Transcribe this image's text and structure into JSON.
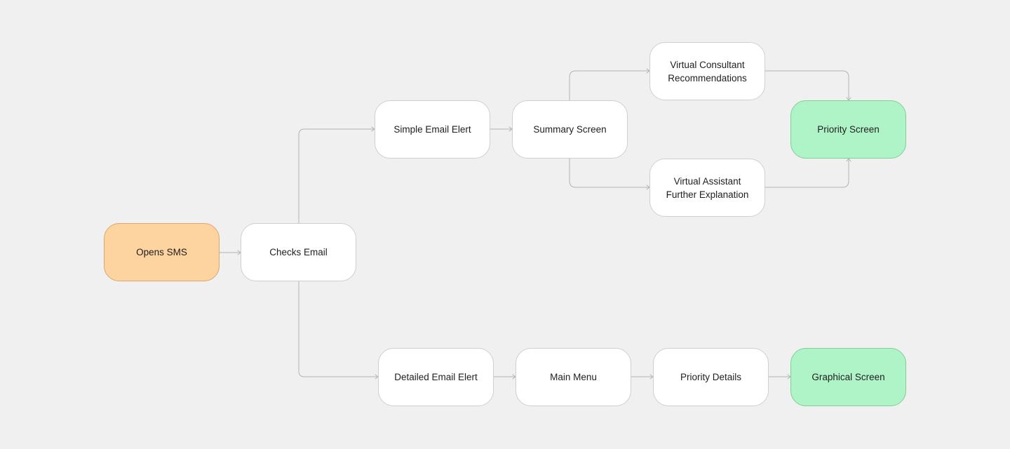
{
  "colors": {
    "canvas_background": "#f0f0f0",
    "node_fill": "#ffffff",
    "node_border": "#cfcfcf",
    "start_fill": "#fdd39f",
    "end_fill": "#aff4c6",
    "connector": "#b3b3b3"
  },
  "nodes": {
    "opens_sms": "Opens SMS",
    "checks_email": "Checks Email",
    "simple_email_alert": "Simple Email Elert",
    "summary_screen": "Summary Screen",
    "virtual_consultant": "Virtual Consultant\nRecommendations",
    "virtual_assistant": "Virtual Assistant\nFurther Explanation",
    "priority_screen": "Priority Screen",
    "detailed_email_alert": "Detailed Email Elert",
    "main_menu": "Main Menu",
    "priority_details": "Priority Details",
    "graphical_screen": "Graphical Screen"
  },
  "edges": [
    {
      "from": "opens_sms",
      "to": "checks_email"
    },
    {
      "from": "checks_email",
      "to": "simple_email_alert"
    },
    {
      "from": "checks_email",
      "to": "detailed_email_alert"
    },
    {
      "from": "simple_email_alert",
      "to": "summary_screen"
    },
    {
      "from": "summary_screen",
      "to": "virtual_consultant"
    },
    {
      "from": "summary_screen",
      "to": "virtual_assistant"
    },
    {
      "from": "virtual_consultant",
      "to": "priority_screen"
    },
    {
      "from": "virtual_assistant",
      "to": "priority_screen"
    },
    {
      "from": "detailed_email_alert",
      "to": "main_menu"
    },
    {
      "from": "main_menu",
      "to": "priority_details"
    },
    {
      "from": "priority_details",
      "to": "graphical_screen"
    }
  ]
}
